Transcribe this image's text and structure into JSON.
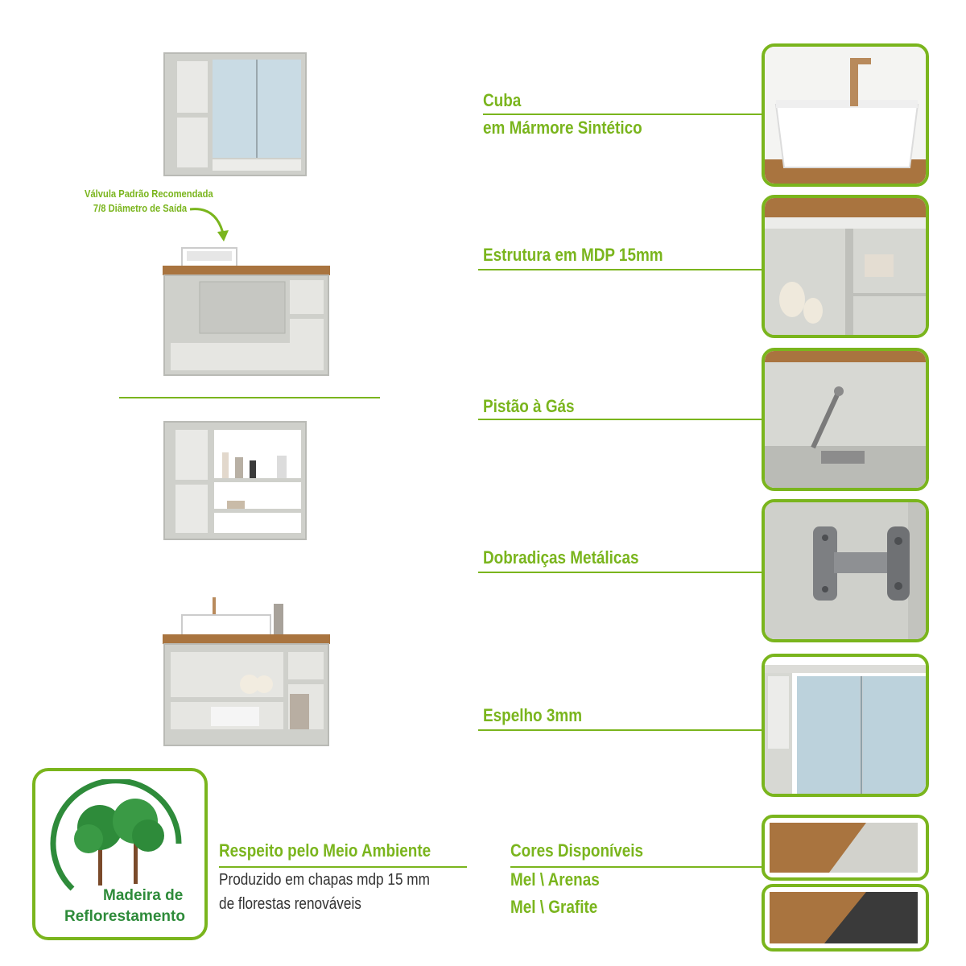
{
  "notes": {
    "valve_line1": "Válvula Padrão Recomendada",
    "valve_line2": "7/8 Diâmetro de Saída"
  },
  "features": [
    {
      "label_line1": "Cuba",
      "label_line2": "em Mármore Sintético"
    },
    {
      "label_line1": "Estrutura em MDP 15mm"
    },
    {
      "label_line1": "Pistão à Gás"
    },
    {
      "label_line1": "Dobradiças Metálicas"
    },
    {
      "label_line1": "Espelho 3mm"
    }
  ],
  "eco": {
    "title": "Respeito pelo Meio Ambiente",
    "line1": "Produzido em chapas mdp 15 mm",
    "line2": "de florestas renováveis",
    "badge_line1": "Madeira de",
    "badge_line2": "Reflorestamento"
  },
  "colors": {
    "title": "Cores Disponíveis",
    "option1": "Mel \\ Arenas",
    "option2": "Mel \\ Grafite"
  },
  "palette": {
    "accent_green": "#7ab51d",
    "badge_green": "#2e8b3a",
    "mel": "#a9743f",
    "arenas": "#d2d2cc",
    "grafite": "#3a3a3a",
    "cabinet_gray": "#cfd0cb"
  }
}
